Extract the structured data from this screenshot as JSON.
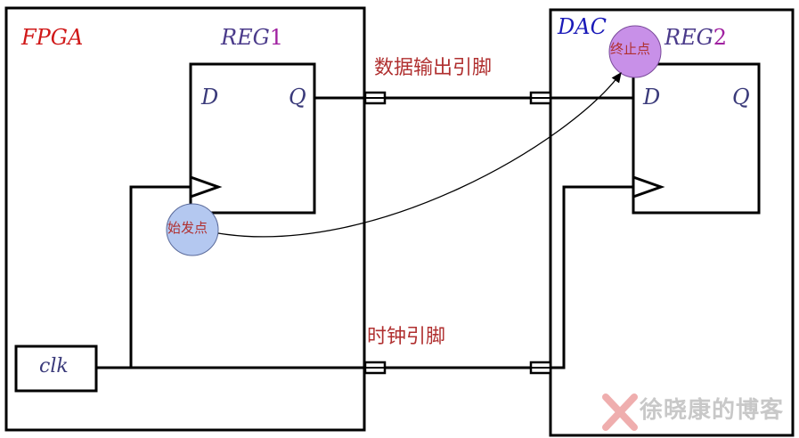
{
  "colors": {
    "wire": "#000000",
    "fpga_label": "#d01818",
    "dac_label": "#1a1ab8",
    "reg_label": "#4a3a8a",
    "reg_num": "#a020a0",
    "port_label": "#3a3a7a",
    "pin_label": "#b03030",
    "start_fill": "#b4c8f0",
    "end_fill": "#c890e8"
  },
  "fpga": {
    "title": "FPGA"
  },
  "dac": {
    "title": "DAC"
  },
  "reg1": {
    "name": "REG",
    "num": "1",
    "d": "D",
    "q": "Q"
  },
  "reg2": {
    "name": "REG",
    "num": "2",
    "d": "D",
    "q": "Q"
  },
  "clk": {
    "label": "clk"
  },
  "pins": {
    "data": "数据输出引脚",
    "clock": "时钟引脚"
  },
  "points": {
    "start": "始发点",
    "end": "终止点"
  },
  "watermark": {
    "brand": "徐晓康的博客",
    "icon": "x-logo-icon"
  }
}
